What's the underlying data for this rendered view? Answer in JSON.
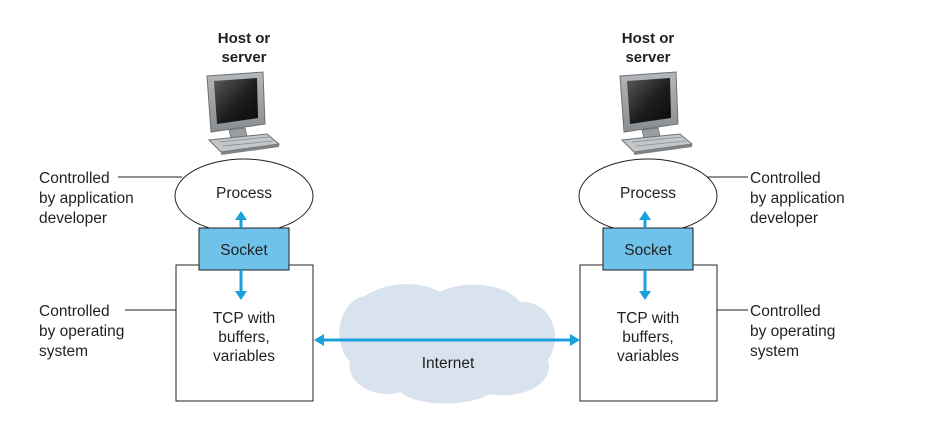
{
  "colors": {
    "arrow": "#1aa0db",
    "socket_fill": "#6fc3ea",
    "cloud_fill": "#d8e3ee",
    "stroke": "#231f20"
  },
  "left_host": {
    "title_line1": "Host or",
    "title_line2": "server",
    "process": "Process",
    "socket": "Socket",
    "tcp_line1": "TCP with",
    "tcp_line2": "buffers,",
    "tcp_line3": "variables",
    "app_note_line1": "Controlled",
    "app_note_line2": "by application",
    "app_note_line3": "developer",
    "os_note_line1": "Controlled",
    "os_note_line2": "by operating",
    "os_note_line3": "system"
  },
  "right_host": {
    "title_line1": "Host or",
    "title_line2": "server",
    "process": "Process",
    "socket": "Socket",
    "tcp_line1": "TCP with",
    "tcp_line2": "buffers,",
    "tcp_line3": "variables",
    "app_note_line1": "Controlled",
    "app_note_line2": "by application",
    "app_note_line3": "developer",
    "os_note_line1": "Controlled",
    "os_note_line2": "by operating",
    "os_note_line3": "system"
  },
  "network": {
    "label": "Internet"
  },
  "icons": {
    "computer": "computer-icon",
    "cloud": "cloud-icon"
  }
}
